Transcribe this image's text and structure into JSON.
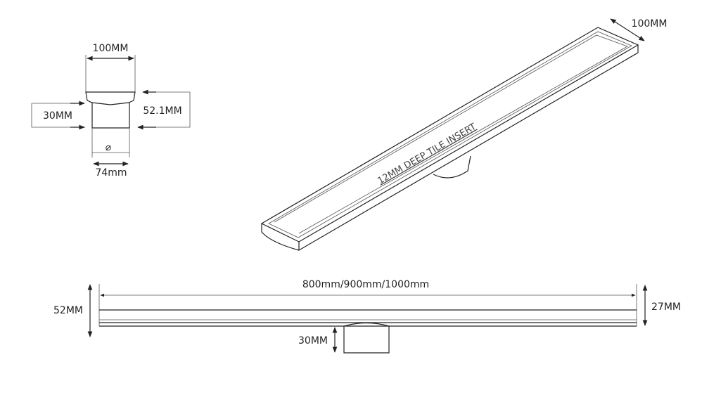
{
  "section_view": {
    "width_label": "100MM",
    "outlet_height_label": "30MM",
    "total_height_label": "52.1MM",
    "diameter_symbol": "⌀",
    "outlet_diameter_label": "74mm"
  },
  "iso_view": {
    "width_label": "100MM",
    "insert_label": "12MM DEEP TILE INSERT"
  },
  "elevation_view": {
    "length_label": "800mm/900mm/1000mm",
    "total_height_label": "52MM",
    "channel_height_label": "27MM",
    "outlet_height_label": "30MM"
  },
  "colors": {
    "line": "#222222",
    "background": "#ffffff"
  }
}
